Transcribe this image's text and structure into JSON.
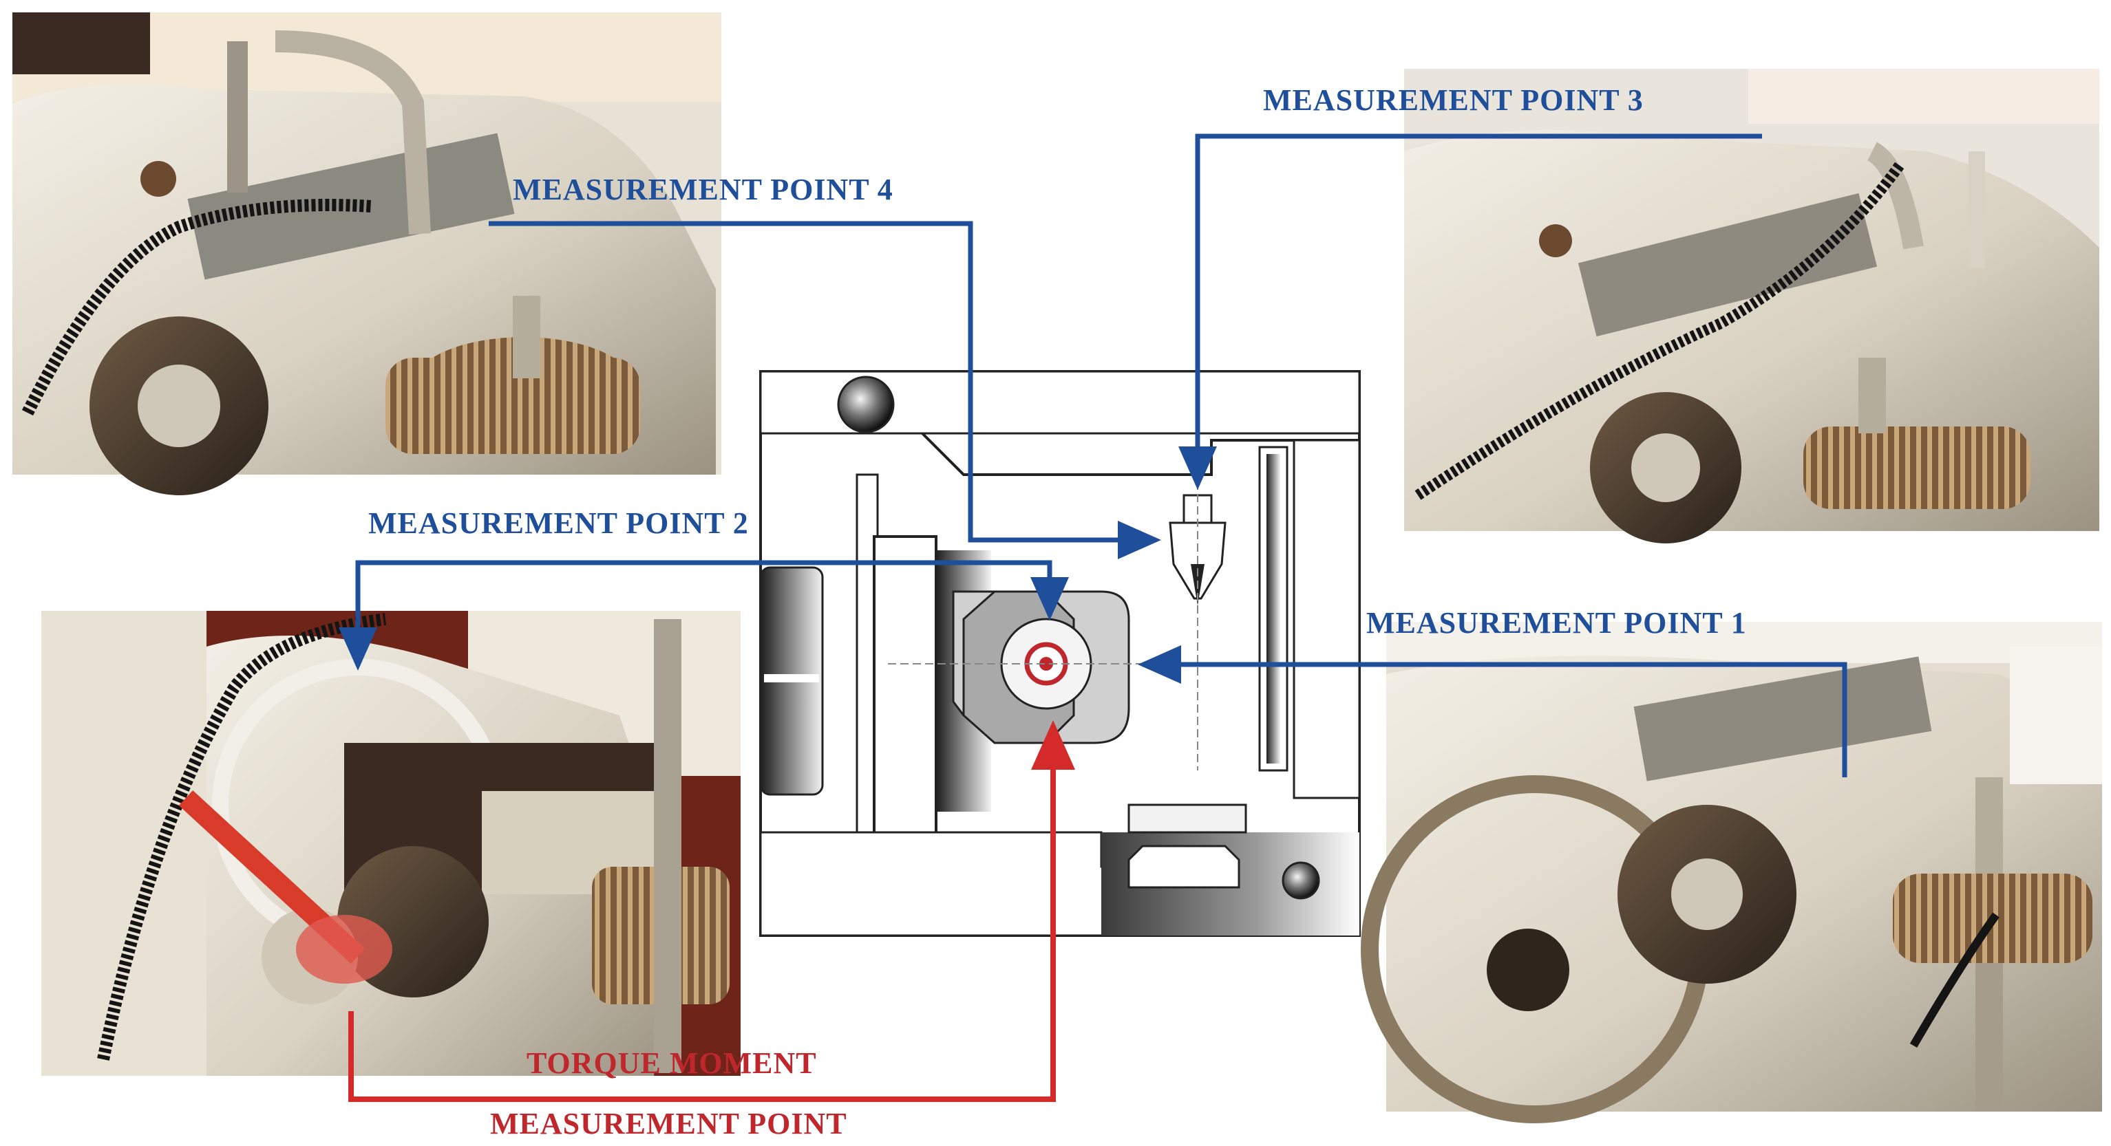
{
  "labels": {
    "mp1": "MEASUREMENT POINT 1",
    "mp2": "MEASUREMENT POINT 2",
    "mp3": "MEASUREMENT POINT 3",
    "mp4": "MEASUREMENT POINT 4",
    "torque_line1": "TORQUE MOMENT",
    "torque_line2": "MEASUREMENT POINT"
  },
  "colors": {
    "blue": "#1f4e9a",
    "red": "#d42a2a"
  }
}
